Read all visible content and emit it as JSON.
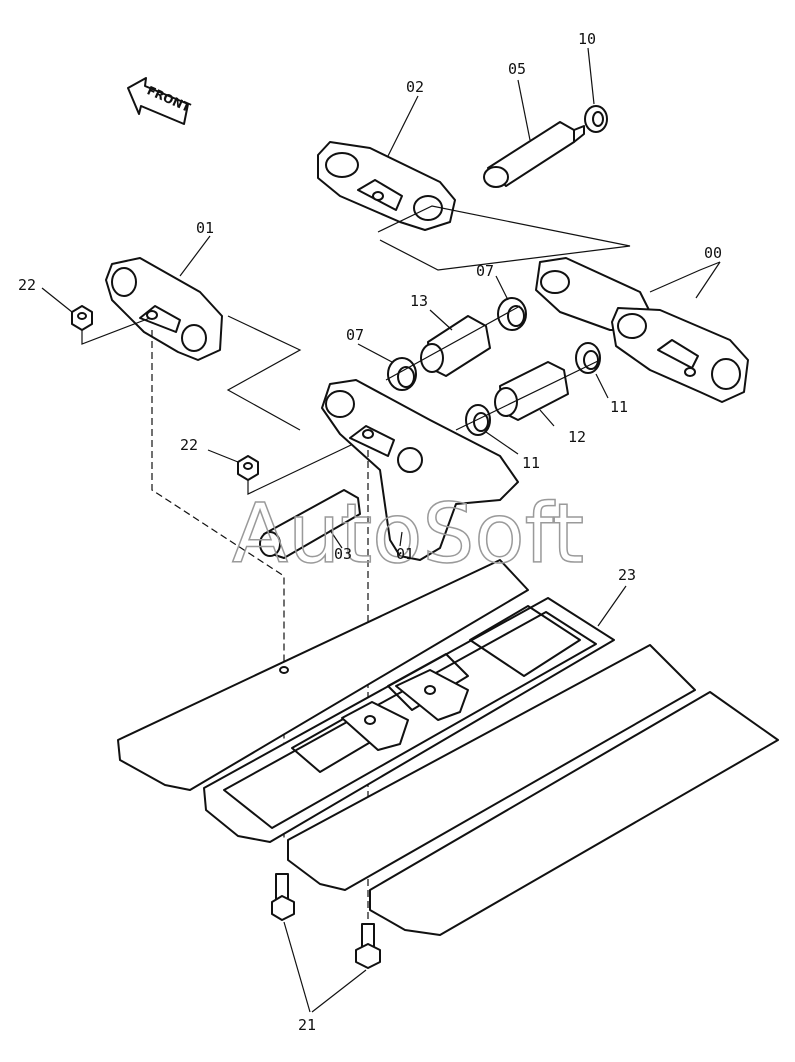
{
  "front_arrow": {
    "text": "FRONT"
  },
  "watermark": "AutoSoft",
  "parts": [
    {
      "id": "p00",
      "label": "00"
    },
    {
      "id": "p01a",
      "label": "01"
    },
    {
      "id": "p01b",
      "label": "01"
    },
    {
      "id": "p02",
      "label": "02"
    },
    {
      "id": "p03",
      "label": "03"
    },
    {
      "id": "p05",
      "label": "05"
    },
    {
      "id": "p07a",
      "label": "07"
    },
    {
      "id": "p07b",
      "label": "07"
    },
    {
      "id": "p10",
      "label": "10"
    },
    {
      "id": "p11a",
      "label": "11"
    },
    {
      "id": "p11b",
      "label": "11"
    },
    {
      "id": "p12",
      "label": "12"
    },
    {
      "id": "p13",
      "label": "13"
    },
    {
      "id": "p21",
      "label": "21"
    },
    {
      "id": "p22a",
      "label": "22"
    },
    {
      "id": "p22b",
      "label": "22"
    },
    {
      "id": "p23",
      "label": "23"
    }
  ]
}
